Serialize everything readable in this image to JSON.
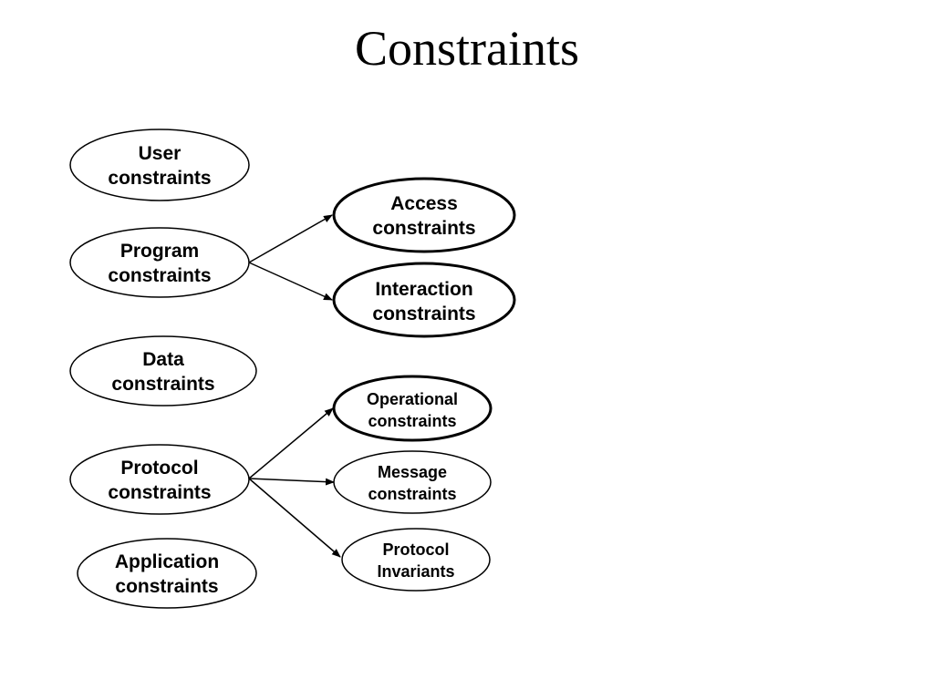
{
  "title": "Constraints",
  "nodes": {
    "user": {
      "line1": "User",
      "line2": "constraints"
    },
    "program": {
      "line1": "Program",
      "line2": "constraints"
    },
    "data": {
      "line1": "Data",
      "line2": "constraints"
    },
    "protocol": {
      "line1": "Protocol",
      "line2": "constraints"
    },
    "application": {
      "line1": "Application",
      "line2": "constraints"
    },
    "access": {
      "line1": "Access",
      "line2": "constraints"
    },
    "interaction": {
      "line1": "Interaction",
      "line2": "constraints"
    },
    "operational": {
      "line1": "Operational",
      "line2": "constraints"
    },
    "message": {
      "line1": "Message",
      "line2": "constraints"
    },
    "invariants": {
      "line1": "Protocol",
      "line2": "Invariants"
    }
  },
  "edges": [
    {
      "from": "program",
      "to": "access"
    },
    {
      "from": "program",
      "to": "interaction"
    },
    {
      "from": "protocol",
      "to": "operational"
    },
    {
      "from": "protocol",
      "to": "message"
    },
    {
      "from": "protocol",
      "to": "invariants"
    }
  ]
}
